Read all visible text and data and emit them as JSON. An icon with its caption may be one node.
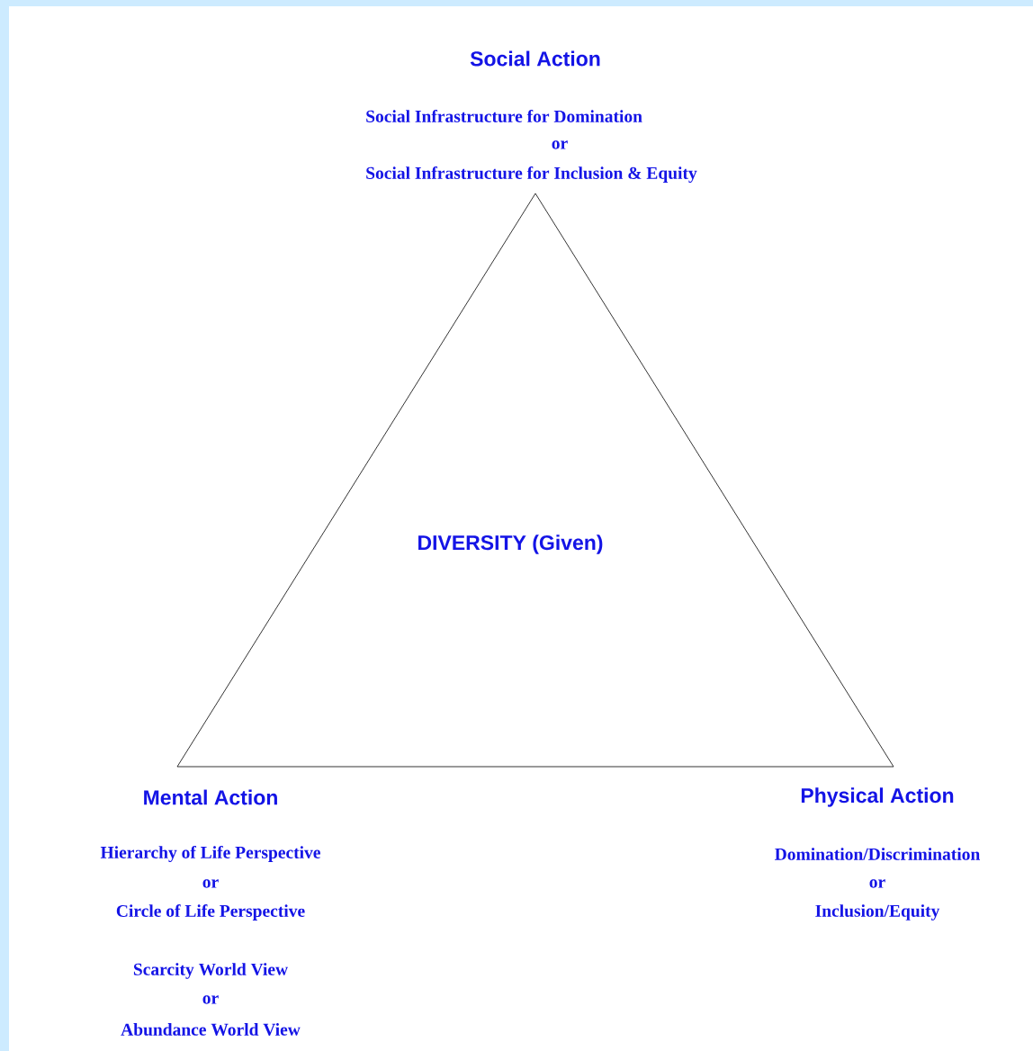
{
  "diagram": {
    "nodes": [
      {
        "text": [
          "DIVERSITY (Given)"
        ]
      }
    ],
    "edges": [],
    "labels": [
      "Social Action",
      "Social Infrastructure for Domination",
      "or",
      "Social Infrastructure for Inclusion & Equity",
      "Mental Action",
      "Physical Action",
      "Hierarchy of Life Perspective",
      "or",
      "Circle of Life Perspective",
      "Domination/Discrimination",
      "or",
      "Inclusion/Equity",
      "Scarcity World View",
      "or",
      "Abundance World View"
    ]
  }
}
